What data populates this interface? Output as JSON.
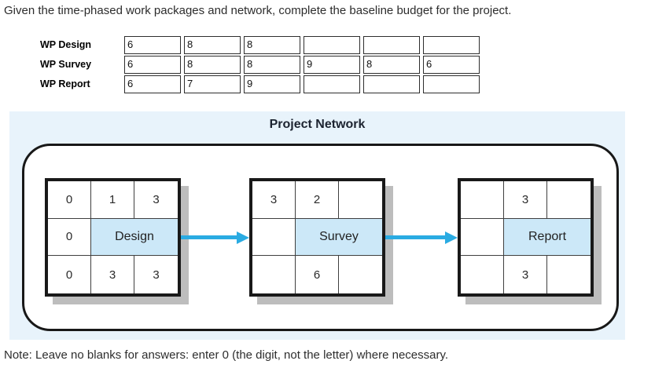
{
  "instruction": "Given the time-phased work packages and network, complete the baseline budget for the project.",
  "note": "Note: Leave no blanks for answers: enter 0 (the digit, not the letter) where necessary.",
  "work_packages": {
    "rows": [
      {
        "label": "WP Design",
        "values": [
          "6",
          "8",
          "8",
          "",
          "",
          ""
        ]
      },
      {
        "label": "WP Survey",
        "values": [
          "6",
          "8",
          "8",
          "9",
          "8",
          "6"
        ]
      },
      {
        "label": "WP Report",
        "values": [
          "6",
          "7",
          "9",
          "",
          "",
          ""
        ]
      }
    ]
  },
  "network": {
    "title": "Project Network",
    "nodes": [
      {
        "name": "Design",
        "top": [
          "0",
          "1",
          "3"
        ],
        "mid_left": "0",
        "bottom": [
          "0",
          "3",
          "3"
        ]
      },
      {
        "name": "Survey",
        "top": [
          "3",
          "2",
          ""
        ],
        "mid_left": "",
        "bottom": [
          "",
          "6",
          ""
        ]
      },
      {
        "name": "Report",
        "top": [
          "",
          "3",
          ""
        ],
        "mid_left": "",
        "bottom": [
          "",
          "3",
          ""
        ]
      }
    ],
    "colors": {
      "panel_bg": "#e8f3fb",
      "node_fill": "#cce8f8",
      "arrow_blue": "#2aabe2",
      "shadow_gray": "#bdbdbd"
    }
  }
}
